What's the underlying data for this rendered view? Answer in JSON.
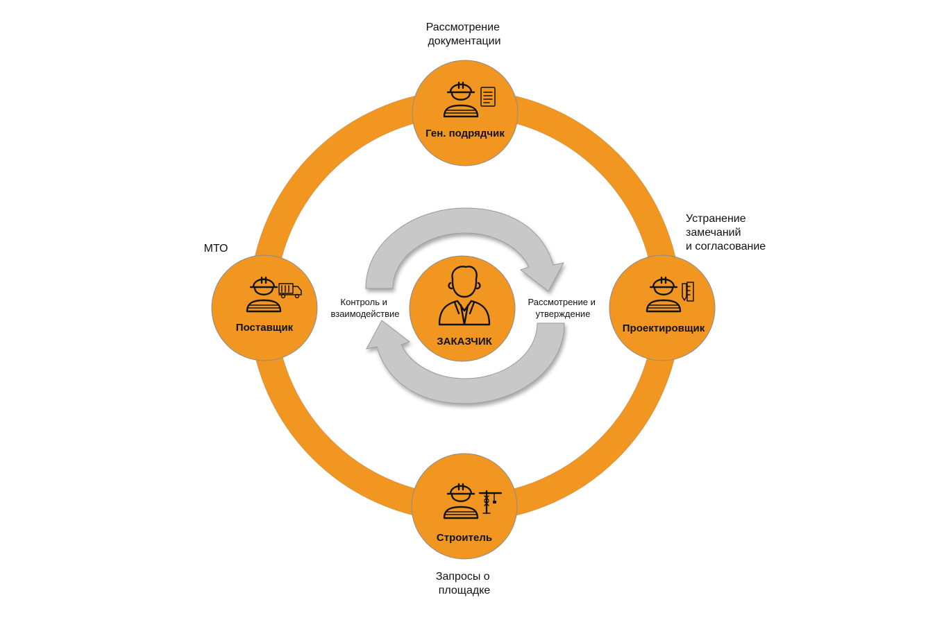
{
  "center": {
    "label": "ЗАКАЗЧИК",
    "icon": "customer-businessman-icon",
    "left_caption": [
      "Контроль и",
      "взаимодействие"
    ],
    "right_caption": [
      "Рассмотрение и",
      "утверждение"
    ]
  },
  "nodes": {
    "top": {
      "label": "Ген. подрядчик",
      "icon": "worker-document-icon",
      "caption": [
        "Рассмотрение",
        "документации"
      ]
    },
    "right": {
      "label": "Проектировщик",
      "icon": "worker-ruler-pencil-icon",
      "caption": [
        "Устранение",
        "замечаний",
        "и согласование"
      ]
    },
    "bottom": {
      "label": "Строитель",
      "icon": "worker-crane-icon",
      "caption": [
        "Запросы о",
        "площадке"
      ]
    },
    "left": {
      "label": "Поставщик",
      "icon": "worker-truck-icon",
      "caption": [
        "МТО"
      ]
    }
  },
  "colors": {
    "orange": "#f29622",
    "arrow_gray": "#c8c8c8",
    "text": "#111111"
  }
}
